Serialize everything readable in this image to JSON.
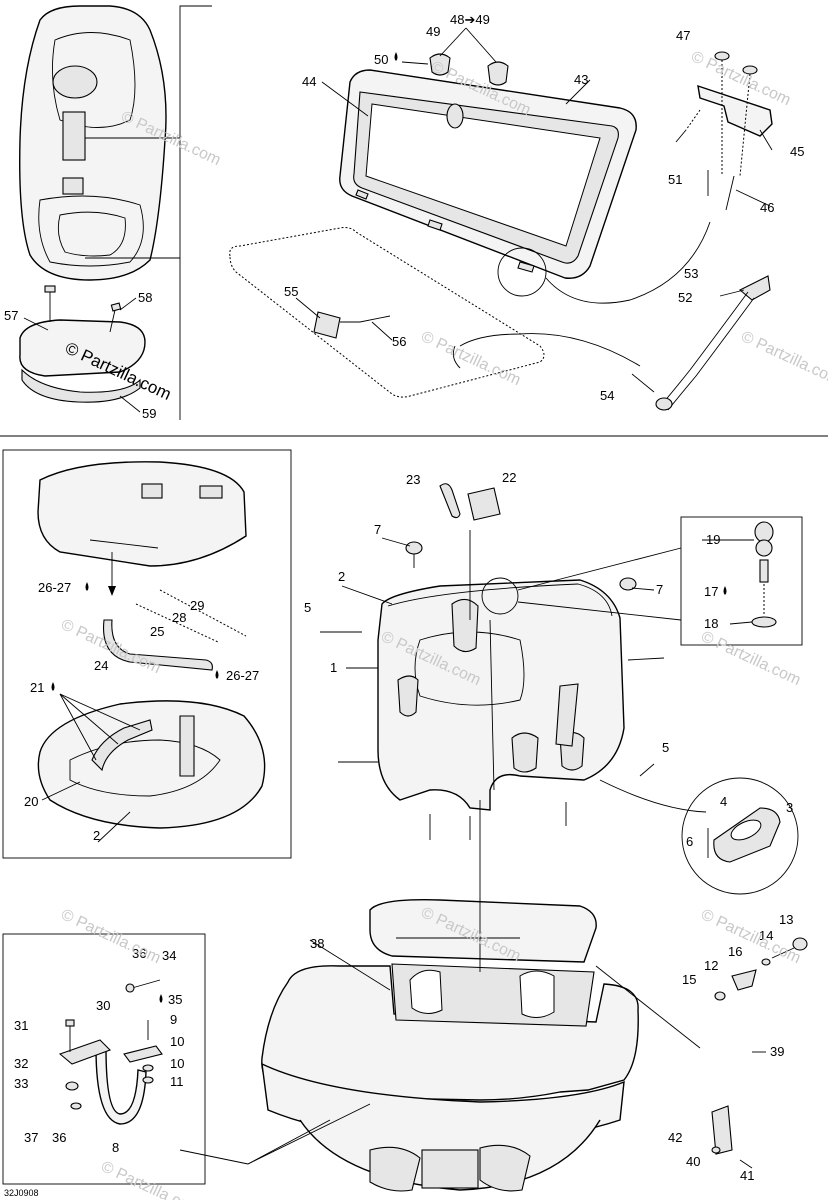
{
  "diagram_code": "32J0908",
  "watermark": "© Partzilla.com",
  "callouts": {
    "c1": "1",
    "c2a": "2",
    "c2b": "2",
    "c3": "3",
    "c4": "4",
    "c5a": "5",
    "c5b": "5",
    "c6": "6",
    "c7a": "7",
    "c7b": "7",
    "c8": "8",
    "c9": "9",
    "c10a": "10",
    "c10b": "10",
    "c11": "11",
    "c12": "12",
    "c13": "13",
    "c14": "14",
    "c15": "15",
    "c16": "16",
    "c17": "17",
    "c18": "18",
    "c19": "19",
    "c20": "20",
    "c21": "21",
    "c22": "22",
    "c23": "23",
    "c24": "24",
    "c25": "25",
    "c2627a": "26-27",
    "c2627b": "26-27",
    "c28": "28",
    "c29": "29",
    "c30": "30",
    "c31": "31",
    "c32": "32",
    "c33": "33",
    "c34": "34",
    "c35": "35",
    "c36a": "36",
    "c36b": "36",
    "c37": "37",
    "c38": "38",
    "c39": "39",
    "c40": "40",
    "c41": "41",
    "c42": "42",
    "c43": "43",
    "c44": "44",
    "c45": "45",
    "c46": "46",
    "c47": "47",
    "c4849": "48➔49",
    "c49": "49",
    "c50": "50",
    "c51": "51",
    "c52": "52",
    "c53": "53",
    "c54": "54",
    "c55": "55",
    "c56": "56",
    "c57": "57",
    "c58": "58",
    "c59": "59"
  }
}
